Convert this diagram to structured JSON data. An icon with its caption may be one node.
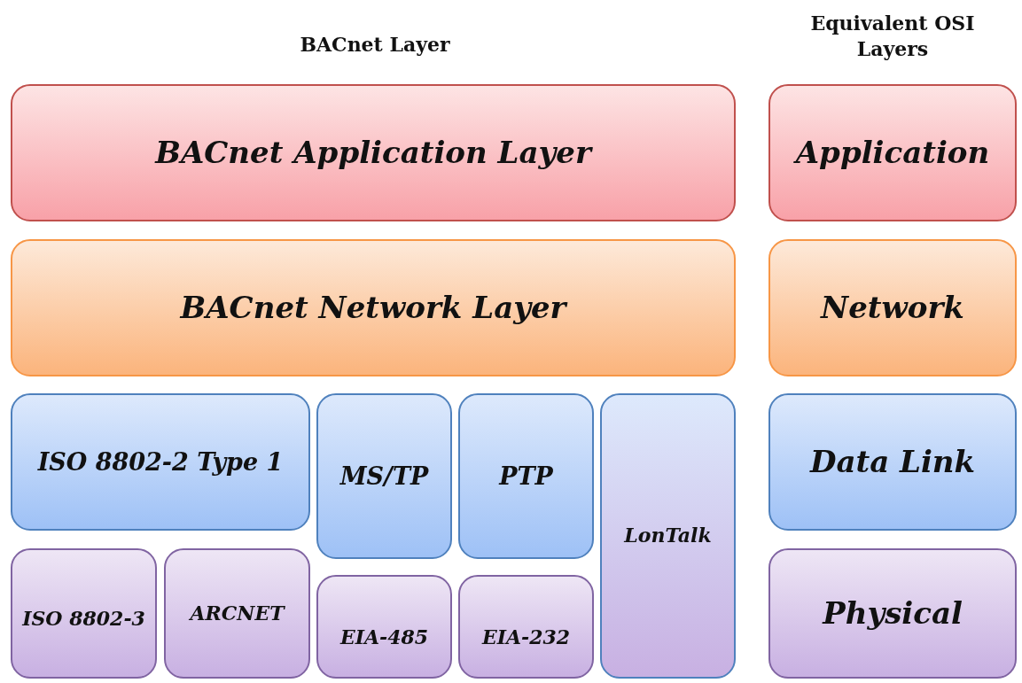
{
  "diagram": {
    "nodes": [
      {
        "text": [
          "BACnet Application Layer"
        ]
      },
      {
        "text": [
          "BACnet Network Layer"
        ]
      },
      {
        "text": [
          "ISO 8802-2 Type 1"
        ]
      },
      {
        "text": [
          "MS/TP"
        ]
      },
      {
        "text": [
          "PTP"
        ]
      },
      {
        "text": [
          "LonTalk"
        ]
      },
      {
        "text": [
          "ISO 8802-3"
        ]
      },
      {
        "text": [
          "ARCNET"
        ]
      },
      {
        "text": [
          "EIA-485"
        ]
      },
      {
        "text": [
          "EIA-232"
        ]
      },
      {
        "text": [
          "Application"
        ]
      },
      {
        "text": [
          "Network"
        ]
      },
      {
        "text": [
          "Data Link"
        ]
      },
      {
        "text": [
          "Physical"
        ]
      }
    ],
    "labels": [
      "BACnet Layer",
      "Equivalent OSI Layers"
    ]
  }
}
